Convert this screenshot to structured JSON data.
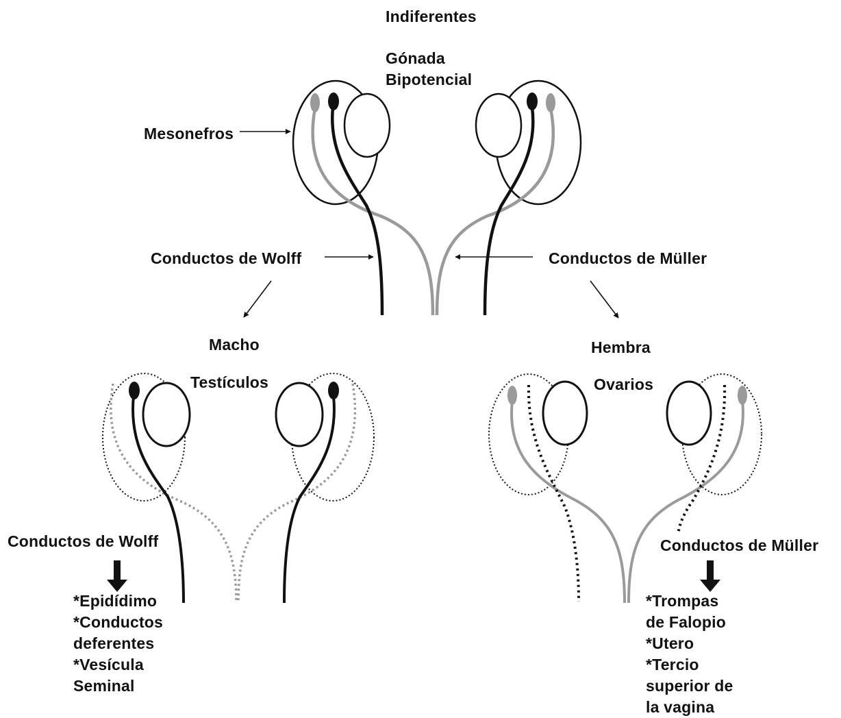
{
  "colors": {
    "wolff": "#111111",
    "muller": "#9a9a9a",
    "outline": "#111111",
    "background": "#ffffff"
  },
  "top": {
    "title": "Indiferentes",
    "gonad_label": "Gónada\nBipotencial",
    "mesonephros_label": "Mesonefros",
    "wolff_label": "Conductos de Wolff",
    "muller_label": "Conductos de Müller"
  },
  "male": {
    "title": "Macho",
    "gonad_label": "Testículos",
    "duct_label": "Conductos de Wolff",
    "derivatives": "*Epidídimo\n*Conductos\ndeferentes\n*Vesícula\nSeminal"
  },
  "female": {
    "title": "Hembra",
    "gonad_label": "Ovarios",
    "duct_label": "Conductos de Müller",
    "derivatives": "*Trompas\nde Falopio\n*Utero\n*Tercio\nsuperior de\nla vagina"
  }
}
